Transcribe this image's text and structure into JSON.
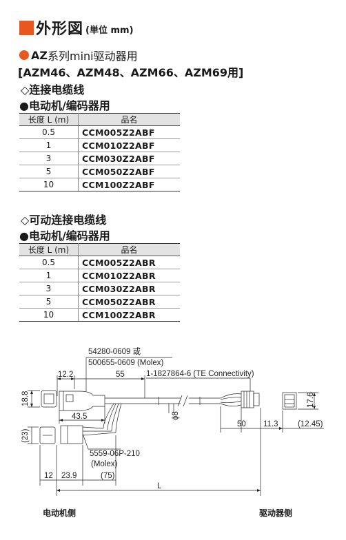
{
  "header": {
    "title": "外形図",
    "unit": "(単位 mm)"
  },
  "product": {
    "series_bold": "AZ",
    "series_rest": "系列mini驱动器用",
    "models": "[AZM46、AZM48、AZM66、AZM69用]"
  },
  "section1": {
    "title": "◇连接电缆线",
    "subtitle": "●电动机/编码器用"
  },
  "section2": {
    "title": "◇可动连接电缆线",
    "subtitle": "●电动机/编码器用"
  },
  "table_headers": {
    "length": "长度 L (m)",
    "name": "品名"
  },
  "table1": [
    {
      "length": "0.5",
      "name": "CCM005Z2ABF"
    },
    {
      "length": "1",
      "name": "CCM010Z2ABF"
    },
    {
      "length": "3",
      "name": "CCM030Z2ABF"
    },
    {
      "length": "5",
      "name": "CCM050Z2ABF"
    },
    {
      "length": "10",
      "name": "CCM100Z2ABF"
    }
  ],
  "table2": [
    {
      "length": "0.5",
      "name": "CCM005Z2ABR"
    },
    {
      "length": "1",
      "name": "CCM010Z2ABR"
    },
    {
      "length": "3",
      "name": "CCM030Z2ABR"
    },
    {
      "length": "5",
      "name": "CCM050Z2ABR"
    },
    {
      "length": "10",
      "name": "CCM100Z2ABR"
    }
  ],
  "drawing": {
    "part1": "54280-0609 或",
    "part2": "500655-0609 (Molex)",
    "part3": "1-1827864-6 (TE Connectivity)",
    "part4": "5559-06P-210",
    "part4_mfr": "(Molex)",
    "d_12_2": "12.2",
    "d_55": "55",
    "d_18_8": "18.8",
    "d_43_5": "43.5",
    "d_phi8": "ϕ8",
    "d_17_6": "17.6",
    "d_50": "50",
    "d_11_3": "11.3",
    "d_12_45": "(12.45)",
    "d_23": "(23)",
    "d_12": "12",
    "d_23_9": "23.9",
    "d_75": "(75)",
    "d_L": "L"
  },
  "captions": {
    "motor_side": "电动机侧",
    "driver_side": "驱动器侧"
  }
}
